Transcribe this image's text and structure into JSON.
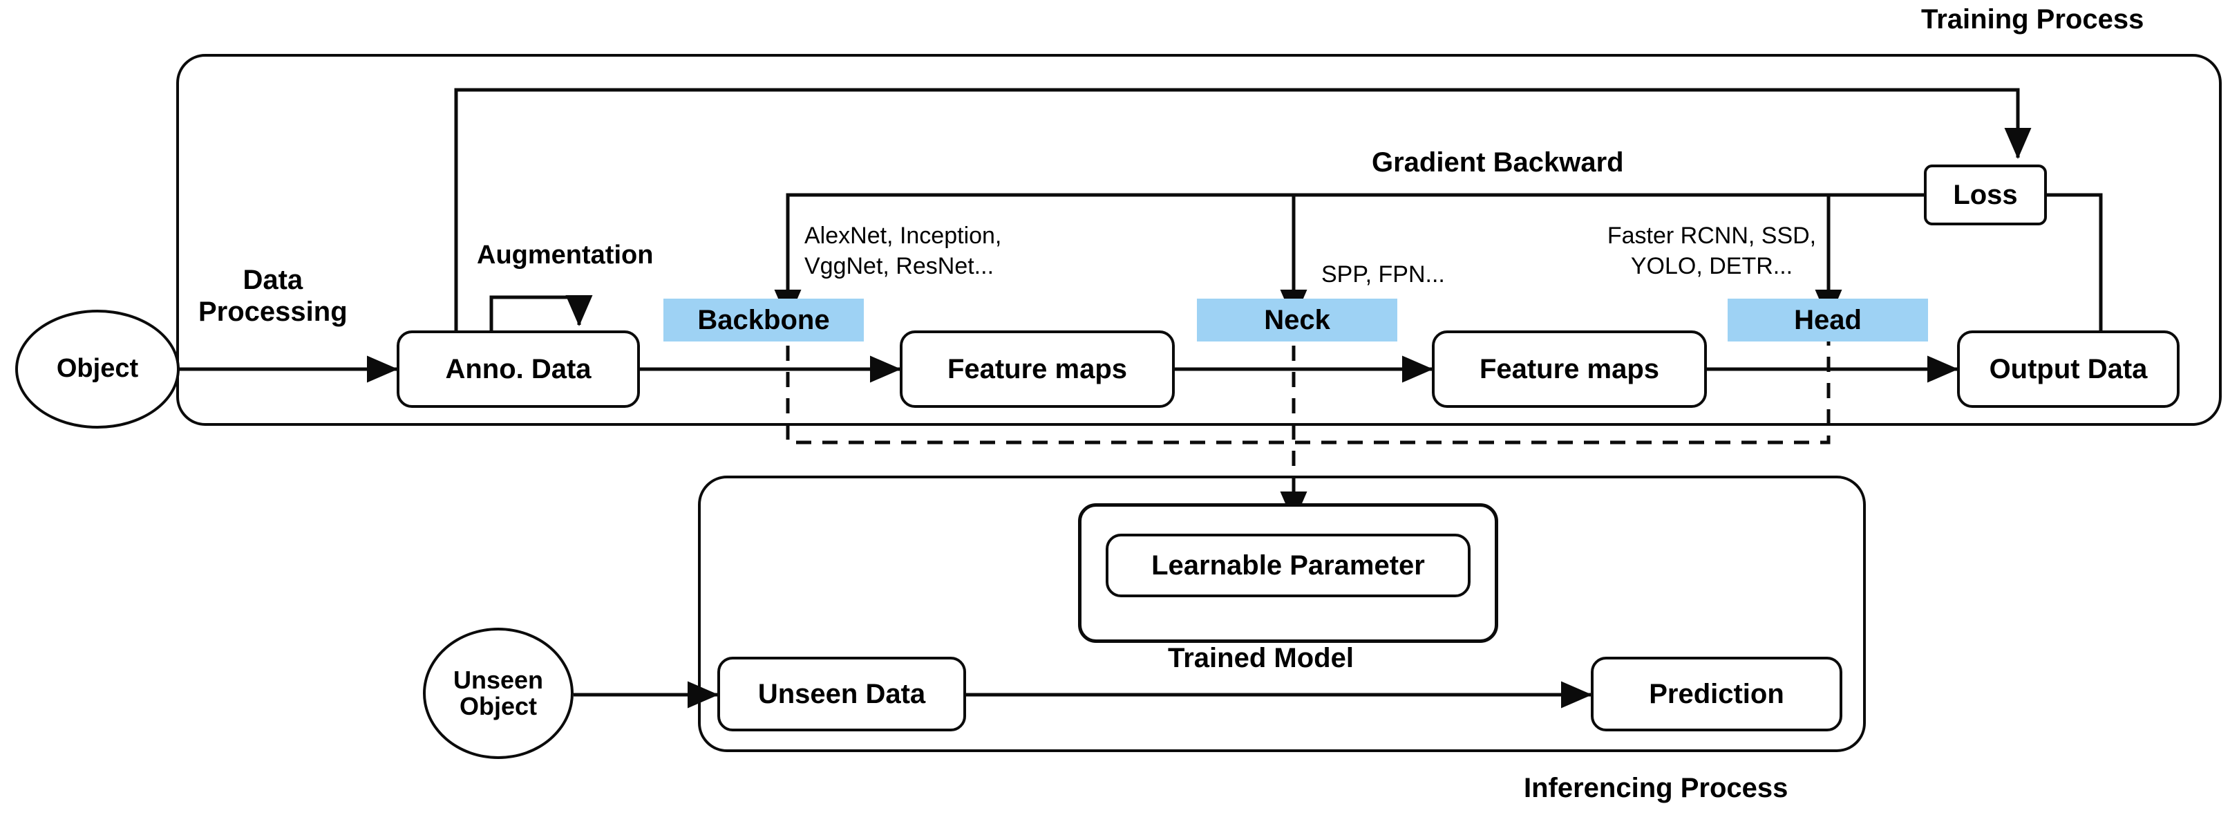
{
  "diagram": {
    "title": "Object detection training and inferencing pipeline",
    "accent_color": "#9ed2f4",
    "line_color": "#0b0b0b",
    "background": "#ffffff"
  },
  "sections": {
    "training_label": "Training Process",
    "inferencing_label": "Inferencing Process"
  },
  "training": {
    "object_node": "Object",
    "data_processing_label_line1": "Data",
    "data_processing_label_line2": "Processing",
    "augmentation_label": "Augmentation",
    "anno_data": "Anno. Data",
    "backbone_chip": "Backbone",
    "backbone_examples_line1": "AlexNet, Inception,",
    "backbone_examples_line2": "VggNet, ResNet...",
    "feature_maps_1": "Feature maps",
    "neck_chip": "Neck",
    "neck_examples": "SPP, FPN...",
    "feature_maps_2": "Feature maps",
    "head_chip": "Head",
    "head_examples_line1": "Faster RCNN, SSD,",
    "head_examples_line2": "YOLO, DETR...",
    "output_data": "Output Data",
    "loss": "Loss",
    "gradient_backward_label": "Gradient Backward"
  },
  "inferencing": {
    "learnable_parameter": "Learnable Parameter",
    "unseen_object_line1": "Unseen",
    "unseen_object_line2": "Object",
    "unseen_data": "Unseen Data",
    "trained_model_label": "Trained Model",
    "prediction": "Prediction"
  },
  "icons": {
    "arrow": "arrow-head-icon",
    "dashed_connector": "dashed-connector-icon"
  }
}
